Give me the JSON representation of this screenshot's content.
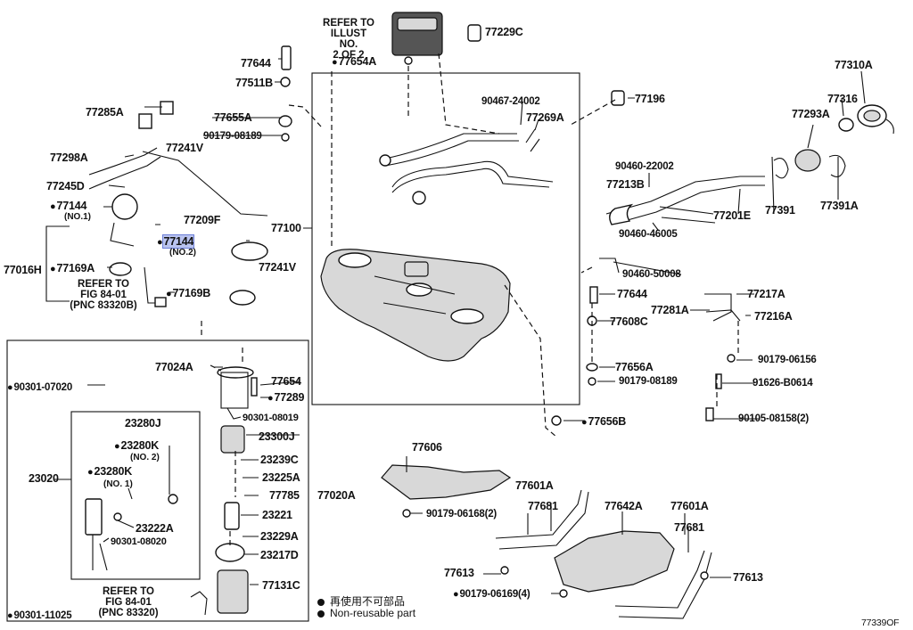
{
  "diagram_id": "77339OF",
  "legend": {
    "non_reusable_jp": "再使用不可部品",
    "non_reusable_en": "Non-reusable part"
  },
  "notes": {
    "refer_illust": "REFER TO\nILLUST NO.\n2 OF 2",
    "refer_fig_a": "REFER TO\nFIG 84-01\n(PNC 83320B)",
    "refer_fig_b": "REFER TO\nFIG 84-01\n(PNC 83320)"
  },
  "labels": {
    "l77229C": "77229C",
    "l77654A": "77654A",
    "l77644a": "77644",
    "l77511B": "77511B",
    "l77285A": "77285A",
    "l77655A": "77655A",
    "l90179_08189a": "90179-08189",
    "l77298A": "77298A",
    "l77241Va": "77241V",
    "l77245D": "77245D",
    "l77144a": "77144",
    "l77144a_sub": "(NO.1)",
    "l77209F": "77209F",
    "l77100": "77100",
    "l77144b": "77144",
    "l77144b_sub": "(NO.2)",
    "l77016H": "77016H",
    "l77169A": "77169A",
    "l77241Vb": "77241V",
    "l77169B": "77169B",
    "l90467": "90467-24002",
    "l77269A": "77269A",
    "l77196": "77196",
    "l90460_22002": "90460-22002",
    "l77213B": "77213B",
    "l90460_46005": "90460-46005",
    "l77201E": "77201E",
    "l77391": "77391",
    "l77391A": "77391A",
    "l77310A": "77310A",
    "l77316": "77316",
    "l77293A": "77293A",
    "l90460_50008": "90460-50008",
    "l77644b": "77644",
    "l77608C": "77608C",
    "l77217A": "77217A",
    "l77281A": "77281A",
    "l77216A": "77216A",
    "l77656A": "77656A",
    "l90179_08189b": "90179-08189",
    "l90179_06156": "90179-06156",
    "l91626": "91626-B0614",
    "l90105": "90105-08158(2)",
    "l77656B": "77656B",
    "l77024A": "77024A",
    "l77654": "77654",
    "l77289": "77289",
    "l90301_08019": "90301-08019",
    "l90301_07020": "90301-07020",
    "l23280J": "23280J",
    "l23280Ka": "23280K",
    "l23280Ka_sub": "(NO. 2)",
    "l23280Kb": "23280K",
    "l23280Kb_sub": "(NO. 1)",
    "l23020": "23020",
    "l23300J": "23300J",
    "l23239C": "23239C",
    "l23225A": "23225A",
    "l77785": "77785",
    "l77020A": "77020A",
    "l23221": "23221",
    "l23222A": "23222A",
    "l90301_08020": "90301-08020",
    "l23229A": "23229A",
    "l23217D": "23217D",
    "l77131C": "77131C",
    "l90301_11025": "90301-11025",
    "l77606": "77606",
    "l90179_06168": "90179-06168(2)",
    "l77601Aa": "77601A",
    "l77681a": "77681",
    "l77642A": "77642A",
    "l77601Ab": "77601A",
    "l77681b": "77681",
    "l77613a": "77613",
    "l77613b": "77613",
    "l90179_06169": "90179-06169(4)"
  }
}
